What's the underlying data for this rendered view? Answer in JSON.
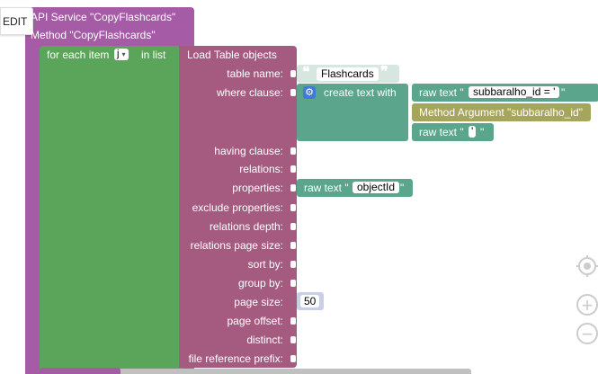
{
  "edit_button": "EDIT",
  "service": {
    "title": "API Service \"CopyFlashcards\"",
    "method": "Method \"CopyFlashcards\""
  },
  "foreach": {
    "label": "for each item",
    "var": "j",
    "in_list": "in list"
  },
  "load": {
    "title": "Load Table objects",
    "fields": {
      "table_name": "table name:",
      "where_clause": "where clause:",
      "having_clause": "having clause:",
      "relations": "relations:",
      "properties": "properties:",
      "exclude_properties": "exclude properties:",
      "relations_depth": "relations depth:",
      "relations_page_size": "relations page size:",
      "sort_by": "sort by:",
      "group_by": "group by:",
      "page_size": "page size:",
      "page_offset": "page offset:",
      "distinct": "distinct:",
      "file_reference_prefix": "file reference prefix:"
    }
  },
  "table_name_value": "Flashcards",
  "create_text": {
    "label": "create text with",
    "raw1_label": "raw text \"",
    "raw1_value": "subbaralho_id = '",
    "raw1_end": "\"",
    "method_argument": "Method Argument \"subbaralho_id\"",
    "raw2_label": "raw text \"",
    "raw2_value": "'",
    "raw2_end": "\""
  },
  "properties_block": {
    "label": "raw text \"",
    "value": "objectId",
    "end": "\""
  },
  "page_size_value": "50",
  "icons": {
    "target": "crosshair-icon",
    "zoom_in": "zoom-in-icon",
    "zoom_out": "zoom-out-icon",
    "gear": "gear-icon",
    "quote_open": "quote-open-icon",
    "quote_close": "quote-close-icon"
  }
}
